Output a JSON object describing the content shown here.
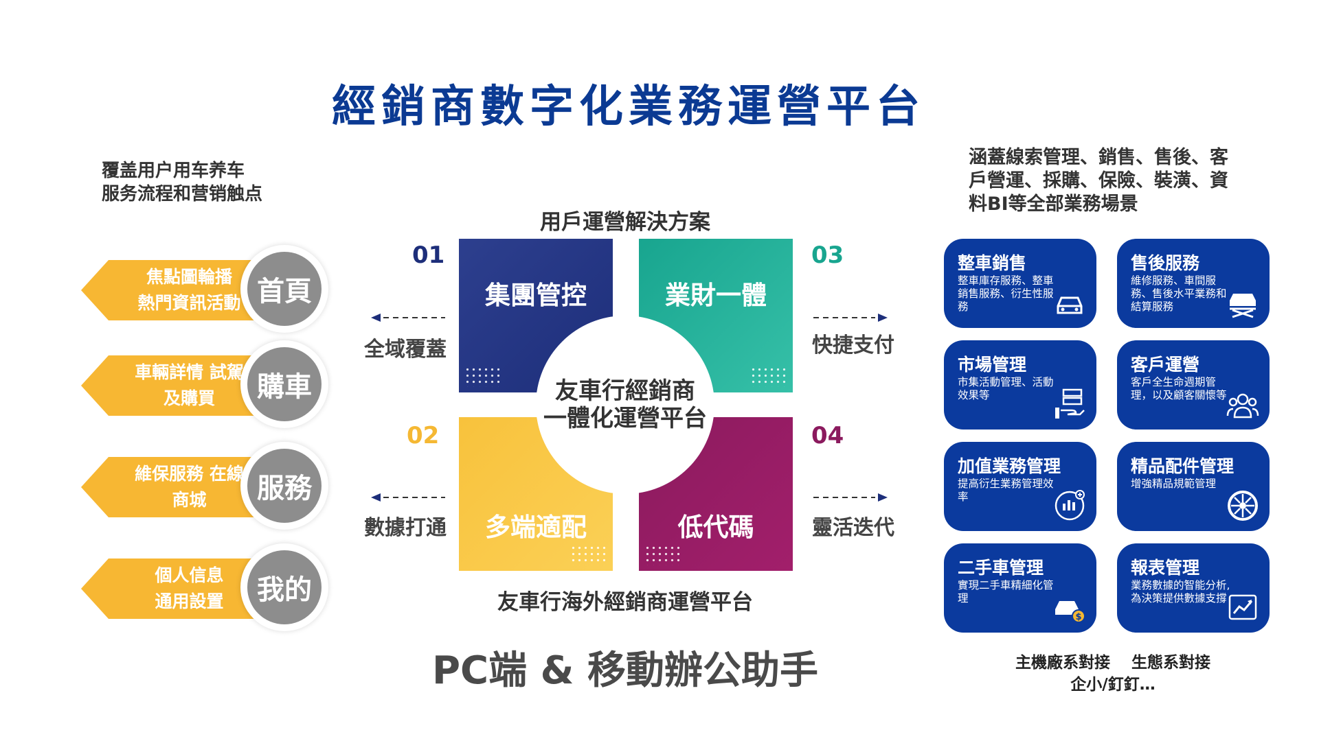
{
  "title": "經銷商數字化業務運營平台",
  "left": {
    "intro_line1": "覆盖用户用车养车",
    "intro_line2": "服务流程和营销触点",
    "items": [
      {
        "circle": "首頁",
        "line1": "焦點圖輪播",
        "line2": "熱門資訊活動"
      },
      {
        "circle": "購車",
        "line1": "車輛詳情 試駕",
        "line2": "及購買"
      },
      {
        "circle": "服務",
        "line1": "維保服務 在線",
        "line2": "商城"
      },
      {
        "circle": "我的",
        "line1": "個人信息",
        "line2": "通用設置"
      }
    ]
  },
  "center": {
    "top_heading": "用戶運營解決方案",
    "bottom_heading": "友車行海外經銷商運營平台",
    "circle_line1": "友車行經銷商",
    "circle_line2": "一體化運營平台",
    "quadrants": [
      {
        "num": "01",
        "label": "集團管控",
        "side": "全域覆蓋"
      },
      {
        "num": "03",
        "label": "業財一體",
        "side": "快捷支付"
      },
      {
        "num": "02",
        "label": "多端適配",
        "side": "數據打通"
      },
      {
        "num": "04",
        "label": "低代碼",
        "side": "靈活迭代"
      }
    ],
    "num_colors": {
      "01": "#1d2e7a",
      "03": "#18a58f",
      "02": "#f5b833",
      "04": "#8b1a5e"
    }
  },
  "pc_title": "PC端 & 移動辦公助手",
  "right": {
    "intro_line1": "涵蓋線索管理、銷售、售後、客",
    "intro_line2": "戶營運、採購、保險、裝潢、資",
    "intro_line3": "料BI等全部業務場景",
    "cards": [
      {
        "title": "整車銷售",
        "desc": "整車庫存服務、整車銷售服務、衍生性服務",
        "icon": "car-icon"
      },
      {
        "title": "售後服務",
        "desc": "維修服務、車間服務、售後水平業務和結算服務",
        "icon": "car-lift-icon"
      },
      {
        "title": "市場管理",
        "desc": "市集活動管理、活動效果等",
        "icon": "server-hand-icon"
      },
      {
        "title": "客戶運營",
        "desc": "客戶全生命週期管理，以及顧客關懷等",
        "icon": "people-icon"
      },
      {
        "title": "加值業務管理",
        "desc": "提高衍生業務管理效率",
        "icon": "chart-hand-icon"
      },
      {
        "title": "精品配件管理",
        "desc": "增強精品規範管理",
        "icon": "wheel-icon"
      },
      {
        "title": "二手車管理",
        "desc": "實現二手車精細化管理",
        "icon": "car-dollar-icon"
      },
      {
        "title": "報表管理",
        "desc": "業務數據的智能分析,為決策提供數據支撐",
        "icon": "trend-chart-icon"
      }
    ],
    "bottom_line1": "主機廠系對接　 生態系對接",
    "bottom_line2": "企小/釘釘…"
  },
  "colors": {
    "title": "#0b3a93",
    "card": "#0b3a9e",
    "arrow": "#f7b733",
    "circle": "#8d8d8d"
  }
}
